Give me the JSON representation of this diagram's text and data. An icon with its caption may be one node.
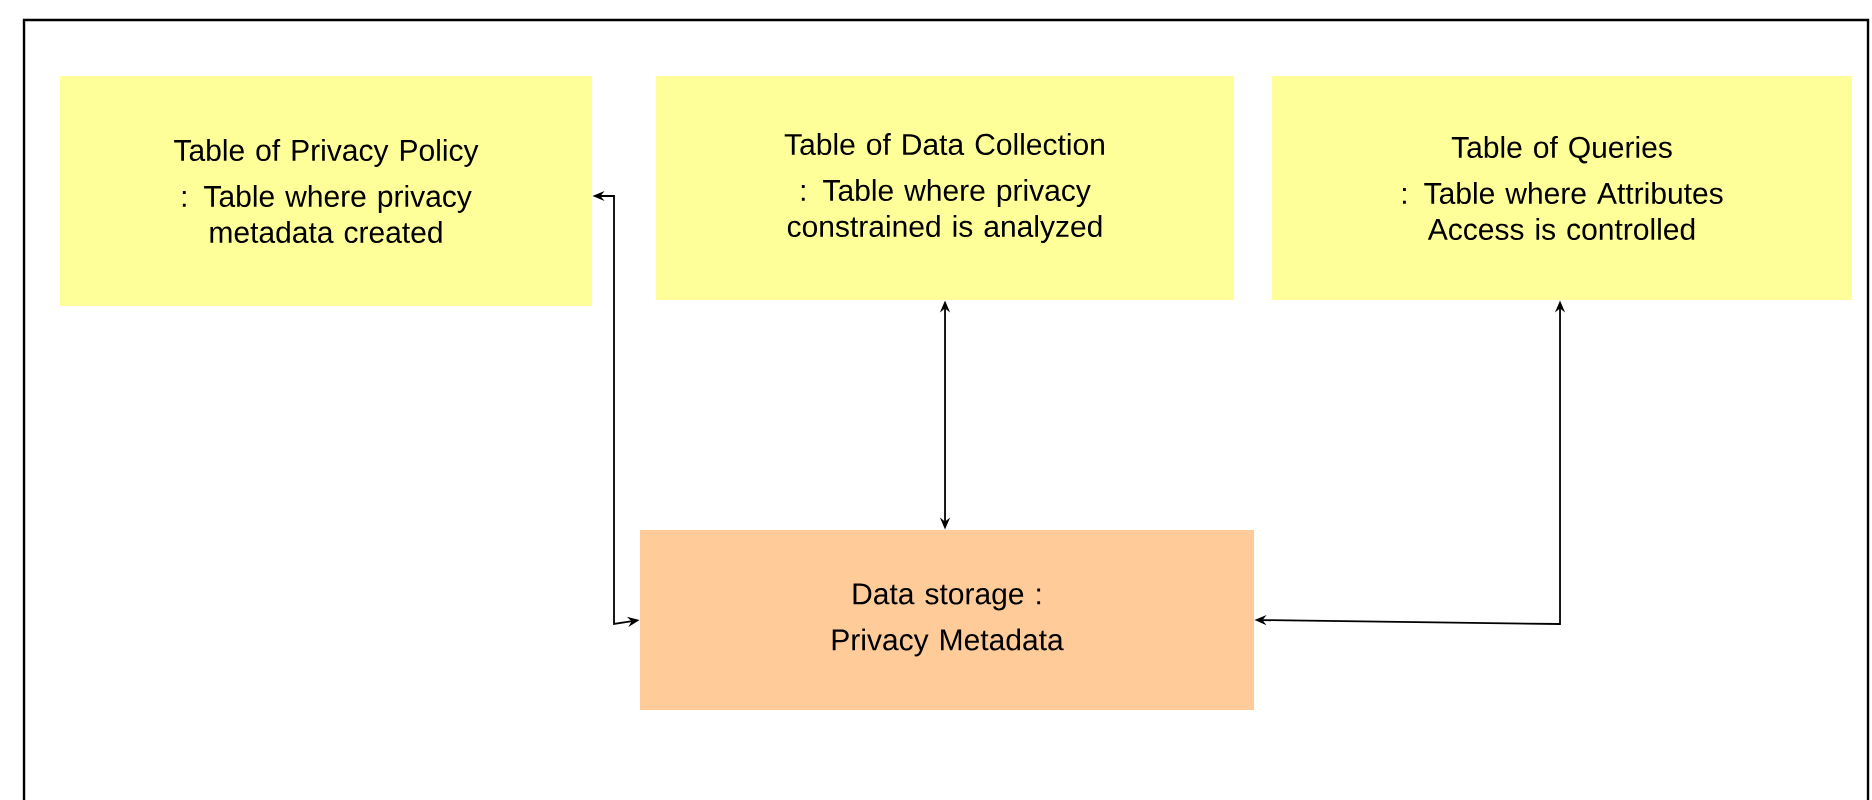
{
  "diagram": {
    "nodes": [
      {
        "text": [
          "Table of Privacy Policy",
          ": Table where privacy metadata created"
        ]
      },
      {
        "text": [
          "Table of Data Collection",
          ": Table where privacy constrained is analyzed"
        ]
      },
      {
        "text": [
          "Table of Queries",
          ": Table where Attributes Access is controlled"
        ]
      },
      {
        "text": [
          "Data storage :",
          "Privacy Metadata"
        ]
      }
    ],
    "edges": [
      {
        "from": 3,
        "to": 0,
        "arrow": "both"
      },
      {
        "from": 1,
        "to": 3,
        "arrow": "both"
      },
      {
        "from": 3,
        "to": 2,
        "arrow": "both"
      }
    ]
  }
}
